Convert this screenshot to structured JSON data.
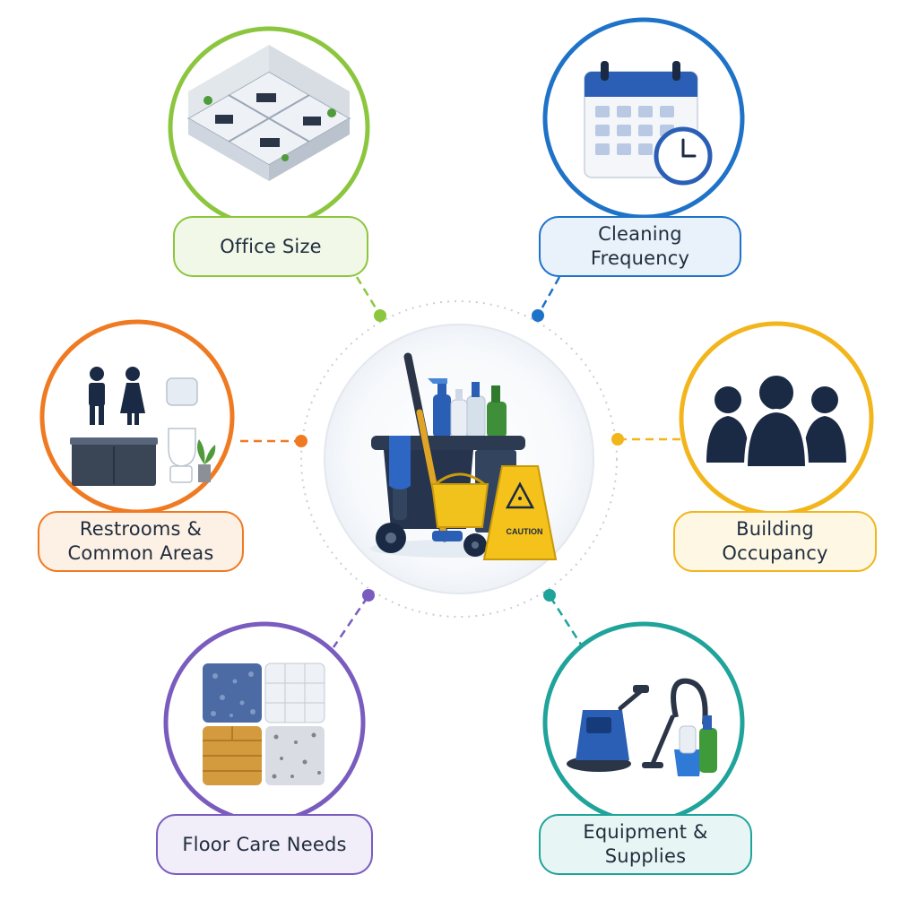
{
  "colors": {
    "office": "#8cc63f",
    "cleaning": "#1e73c8",
    "restrooms": "#ef7a22",
    "building": "#f2b51c",
    "floor": "#7a5cbf",
    "equipment": "#1fa39a",
    "navy": "#1b2a44",
    "center_ring": "#c9ced6"
  },
  "nodes": {
    "office": {
      "label": "Office Size",
      "icon": "office-floorplan-icon"
    },
    "cleaning": {
      "label": "Cleaning\nFrequency",
      "icon": "calendar-clock-icon"
    },
    "restrooms": {
      "label": "Restrooms &\nCommon Areas",
      "icon": "restroom-icon"
    },
    "building": {
      "label": "Building\nOccupancy",
      "icon": "people-group-icon"
    },
    "floor": {
      "label": "Floor Care Needs",
      "icon": "floor-samples-icon"
    },
    "equipment": {
      "label": "Equipment &\nSupplies",
      "icon": "cleaning-equipment-icon"
    }
  },
  "center": {
    "icon": "janitorial-cart-icon",
    "sign_text": "CAUTION"
  }
}
